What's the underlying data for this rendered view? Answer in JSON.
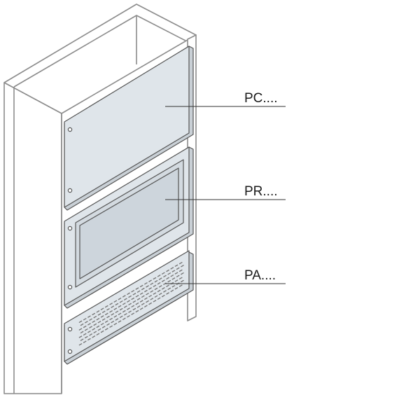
{
  "callouts": [
    {
      "id": "pc",
      "label": "PC...."
    },
    {
      "id": "pr",
      "label": "PR...."
    },
    {
      "id": "pa",
      "label": "PA...."
    }
  ],
  "colors": {
    "cabinet_outline": "#8c8c8c",
    "panel_face": "#dfe5ea",
    "panel_edge": "#c9d0d6",
    "panel_outline": "#555555",
    "glass": "#cdd5dc",
    "leader_line": "#333333",
    "text": "#1a1a1a"
  }
}
